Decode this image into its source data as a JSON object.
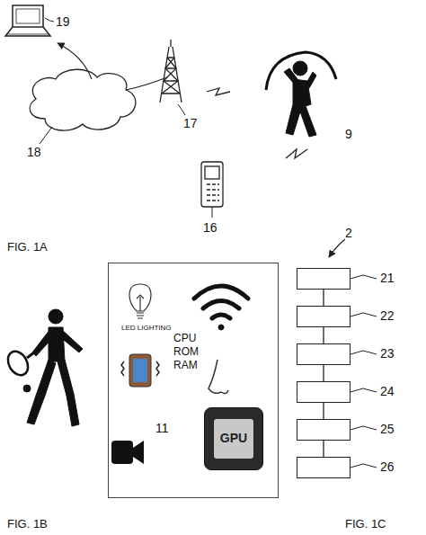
{
  "diagram": {
    "nodes": [
      {
        "text": [
          "LED LIGHTING",
          "CPU ROM RAM",
          "11"
        ]
      },
      {
        "text": [
          "GPU"
        ],
        "in": 0
      },
      {
        "text": [
          "21"
        ]
      },
      {
        "text": [
          "22"
        ]
      },
      {
        "text": [
          "23"
        ]
      },
      {
        "text": [
          "24"
        ]
      },
      {
        "text": [
          "25"
        ]
      },
      {
        "text": [
          "26"
        ]
      }
    ],
    "edges": [
      {
        "from": 2,
        "to": 3,
        "arrow": "none"
      },
      {
        "from": 3,
        "to": 4,
        "arrow": "none"
      },
      {
        "from": 4,
        "to": 5,
        "arrow": "none"
      },
      {
        "from": 5,
        "to": 6,
        "arrow": "none"
      },
      {
        "from": 6,
        "to": 7,
        "arrow": "none"
      }
    ],
    "labels": [
      "19",
      "18",
      "17",
      "9",
      "16",
      "FIG. 1A",
      "FIG. 1B",
      "2",
      "FIG. 1C"
    ]
  }
}
